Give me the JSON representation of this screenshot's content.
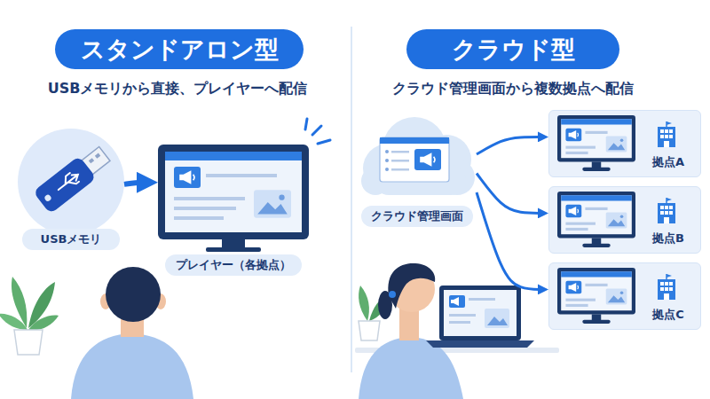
{
  "diagram": {
    "nodes": [
      {
        "text": [
          "スタンドアロン型"
        ]
      },
      {
        "text": [
          "クラウド型"
        ]
      },
      {
        "text": [
          "USBメモリ"
        ]
      },
      {
        "text": [
          "プレイヤー（各拠点）"
        ]
      },
      {
        "text": [
          "クラウド管理画面"
        ]
      },
      {
        "text": [
          "拠点A"
        ]
      },
      {
        "text": [
          "拠点B"
        ]
      },
      {
        "text": [
          "拠点C"
        ]
      }
    ],
    "edges": [
      {
        "from": 2,
        "to": 3,
        "arrow": "to"
      },
      {
        "from": 4,
        "to": 5,
        "arrow": "to"
      },
      {
        "from": 4,
        "to": 6,
        "arrow": "to"
      },
      {
        "from": 4,
        "to": 7,
        "arrow": "to"
      }
    ],
    "labels": [
      "USBメモリから直接、プレイヤーへ配信",
      "クラウド管理画面から複数拠点へ配信"
    ]
  }
}
